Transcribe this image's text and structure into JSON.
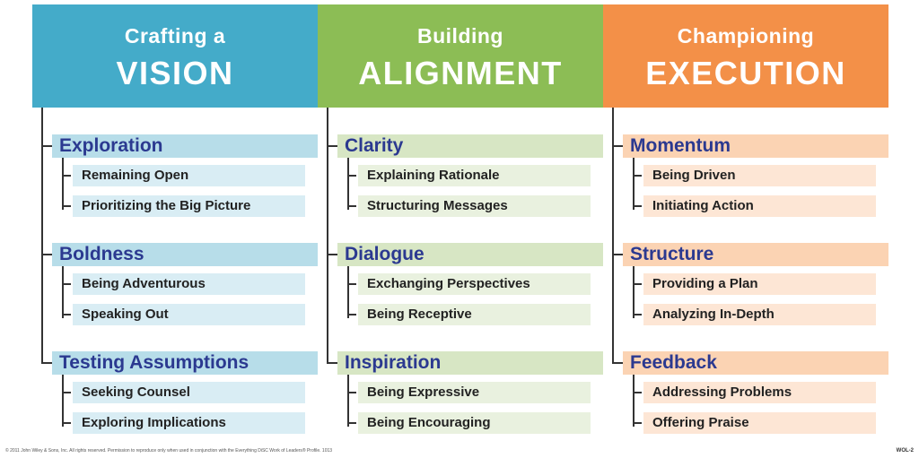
{
  "colors": {
    "vision_header": "#44abc9",
    "vision_group": "#b7dde9",
    "vision_item": "#d9edf4",
    "vision_text": "#2b3990",
    "alignment_header": "#8cbd55",
    "alignment_group": "#d7e6c4",
    "alignment_item": "#e9f1df",
    "alignment_text": "#2b3990",
    "execution_header": "#f39048",
    "execution_group": "#fbd3b3",
    "execution_item": "#fde6d5",
    "execution_text": "#2b3990"
  },
  "columns": [
    {
      "title_top": "Crafting a",
      "title_bottom": "VISION",
      "groups": [
        {
          "label": "Exploration",
          "items": [
            "Remaining Open",
            "Prioritizing the Big Picture"
          ]
        },
        {
          "label": "Boldness",
          "items": [
            "Being Adventurous",
            "Speaking Out"
          ]
        },
        {
          "label": "Testing Assumptions",
          "items": [
            "Seeking Counsel",
            "Exploring Implications"
          ]
        }
      ]
    },
    {
      "title_top": "Building",
      "title_bottom": "ALIGNMENT",
      "groups": [
        {
          "label": "Clarity",
          "items": [
            "Explaining Rationale",
            "Structuring Messages"
          ]
        },
        {
          "label": "Dialogue",
          "items": [
            "Exchanging Perspectives",
            "Being Receptive"
          ]
        },
        {
          "label": "Inspiration",
          "items": [
            "Being Expressive",
            "Being Encouraging"
          ]
        }
      ]
    },
    {
      "title_top": "Championing",
      "title_bottom": "EXECUTION",
      "groups": [
        {
          "label": "Momentum",
          "items": [
            "Being Driven",
            "Initiating Action"
          ]
        },
        {
          "label": "Structure",
          "items": [
            "Providing a Plan",
            "Analyzing In-Depth"
          ]
        },
        {
          "label": "Feedback",
          "items": [
            "Addressing Problems",
            "Offering Praise"
          ]
        }
      ]
    }
  ],
  "footer": {
    "copyright": "© 2011 John Wiley & Sons, Inc. All rights reserved. Permission to reproduce only when used in conjunction with the Everything DiSC Work of Leaders® Profile. 1013",
    "code": "WOL-2"
  }
}
